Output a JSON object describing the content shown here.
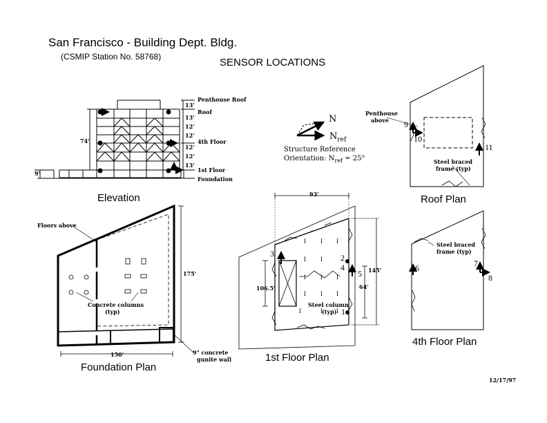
{
  "header": {
    "title": "San Francisco - Building Dept. Bldg.",
    "station": "(CSMIP Station No. 58768)",
    "subtitle": "SENSOR LOCATIONS"
  },
  "elevation": {
    "caption": "Elevation",
    "levels": [
      "Penthouse Roof",
      "Roof",
      "4th Floor",
      "1st Floor",
      "Foundation"
    ],
    "story_heights": [
      "13'",
      "13'",
      "12'",
      "12'",
      "12'",
      "12'",
      "13'"
    ],
    "total_height": "74'",
    "basement_depth": "9'"
  },
  "orientation": {
    "north": "N",
    "nref_base": "N",
    "nref_sub": "ref",
    "line1": "Structure Reference",
    "line2_prefix": "Orientation: N",
    "line2_sub": "ref",
    "line2_suffix": " = 25°"
  },
  "roof_plan": {
    "caption": "Roof Plan",
    "penthouse_label_1": "Penthouse",
    "penthouse_label_2": "above",
    "brace_label_1": "Steel braced",
    "brace_label_2": "frame (typ)",
    "sensors": [
      "9",
      "10",
      "11"
    ]
  },
  "foundation_plan": {
    "caption": "Foundation Plan",
    "floors_above": "Floors above",
    "columns_1": "Concrete columns",
    "columns_2": "(typ)",
    "width_dim": "150'",
    "height_dim": "175'",
    "wall_1": "9\" concrete",
    "wall_2": "gunite wall"
  },
  "first_floor_plan": {
    "caption": "1st Floor Plan",
    "top_dim": "93'",
    "right_dim": "145'",
    "inner_dim": "64'",
    "left_dim": "106.5'",
    "column_1": "Steel column",
    "column_2": "(typ)",
    "sensors": [
      "1",
      "2",
      "3",
      "4",
      "5"
    ]
  },
  "fourth_floor_plan": {
    "caption": "4th Floor Plan",
    "brace_label_1": "Steel braced",
    "brace_label_2": "frame (typ)",
    "sensors": [
      "6",
      "7",
      "8"
    ]
  },
  "date": "12/17/97"
}
